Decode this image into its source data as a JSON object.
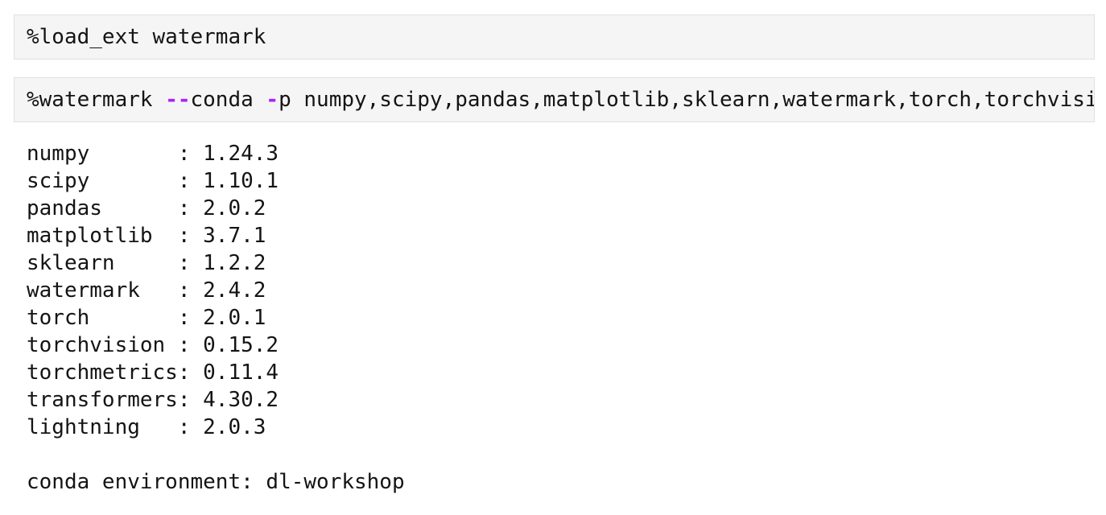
{
  "notebook": {
    "cells": [
      {
        "source": "%load_ext watermark"
      },
      {
        "parts": [
          "%watermark ",
          "--",
          "conda ",
          "-",
          "p numpy,scipy,pandas,matplotlib,sklearn,watermark,torch,torchvisi"
        ]
      }
    ],
    "output": {
      "separator": ": ",
      "packages": [
        {
          "name": "numpy",
          "version": "1.24.3"
        },
        {
          "name": "scipy",
          "version": "1.10.1"
        },
        {
          "name": "pandas",
          "version": "2.0.2"
        },
        {
          "name": "matplotlib",
          "version": "3.7.1"
        },
        {
          "name": "sklearn",
          "version": "1.2.2"
        },
        {
          "name": "watermark",
          "version": "2.4.2"
        },
        {
          "name": "torch",
          "version": "2.0.1"
        },
        {
          "name": "torchvision",
          "version": "0.15.2"
        },
        {
          "name": "torchmetrics",
          "version": "0.11.4"
        },
        {
          "name": "transformers",
          "version": "4.30.2"
        },
        {
          "name": "lightning",
          "version": "2.0.3"
        }
      ],
      "conda_label": "conda environment: ",
      "conda_value": "dl-workshop"
    }
  },
  "colors": {
    "page_background": "#ffffff",
    "cell_background": "#f5f5f5",
    "cell_border": "#e0e0e0",
    "code_text": "#141414",
    "operator": "#aa22ff"
  }
}
